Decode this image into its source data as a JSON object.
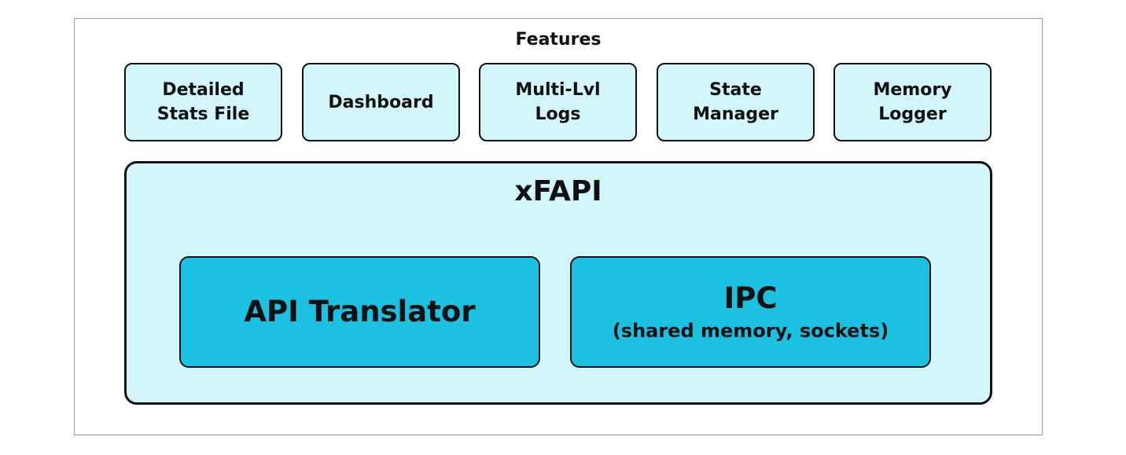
{
  "features": {
    "title": "Features",
    "items": [
      {
        "label": "Detailed\nStats File"
      },
      {
        "label": "Dashboard"
      },
      {
        "label": "Multi-Lvl\nLogs"
      },
      {
        "label": "State\nManager"
      },
      {
        "label": "Memory\nLogger"
      }
    ]
  },
  "xfapi": {
    "title": "xFAPI",
    "components": [
      {
        "title": "API Translator"
      },
      {
        "title": "IPC",
        "subtitle": "(shared memory, sockets)"
      }
    ]
  },
  "colors": {
    "light_box": "#d3f5fc",
    "dark_box": "#1cc0e0",
    "border": "#111111"
  }
}
